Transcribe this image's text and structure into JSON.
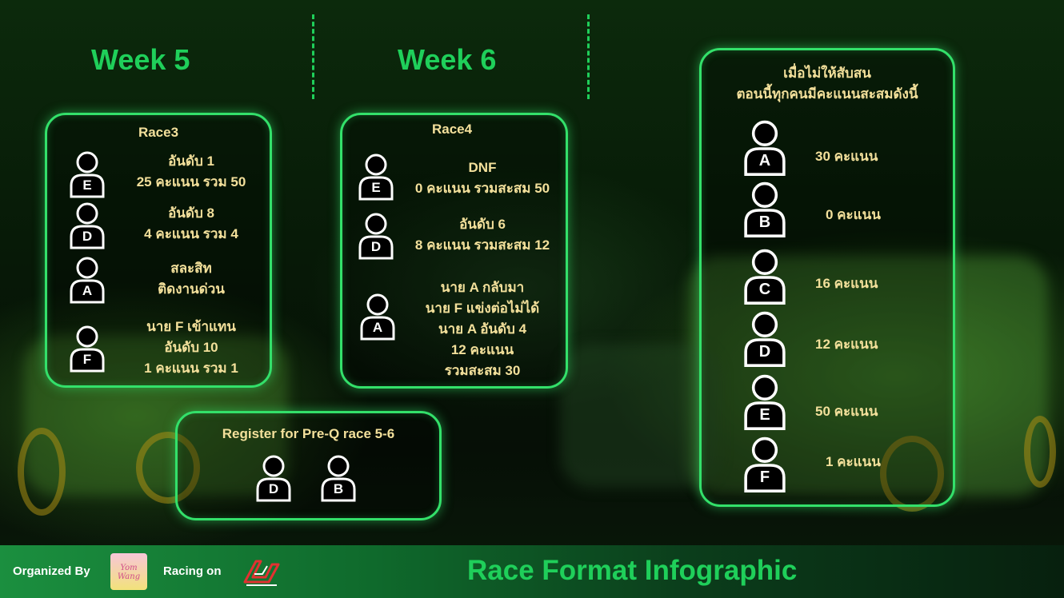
{
  "weeks": {
    "week5": "Week 5",
    "week6": "Week 6"
  },
  "race3": {
    "title": "Race3",
    "entries": [
      {
        "driver": "E",
        "lines": [
          "อันดับ 1",
          "25 คะแนน รวม 50"
        ]
      },
      {
        "driver": "D",
        "lines": [
          "อันดับ 8",
          "4 คะแนน รวม 4"
        ]
      },
      {
        "driver": "A",
        "lines": [
          "สละสิท",
          "ติดงานด่วน"
        ]
      },
      {
        "driver": "F",
        "lines": [
          "นาย F เข้าแทน",
          "อันดับ 10",
          "1 คะแนน รวม 1"
        ]
      }
    ]
  },
  "race4": {
    "title": "Race4",
    "entries": [
      {
        "driver": "E",
        "lines": [
          "DNF",
          "0 คะแนน รวมสะสม 50"
        ]
      },
      {
        "driver": "D",
        "lines": [
          "อันดับ 6",
          "8 คะแนน รวมสะสม 12"
        ]
      },
      {
        "driver": "A",
        "lines": [
          "นาย A กลับมา",
          "นาย F แข่งต่อไม่ได้",
          "นาย A อันดับ 4",
          "12 คะแนน",
          "รวมสะสม 30"
        ]
      }
    ]
  },
  "register": {
    "title": "Register for Pre-Q race 5-6",
    "drivers": [
      "D",
      "B"
    ]
  },
  "standings": {
    "title_lines": [
      "เมื่อไม่ให้สับสน",
      "ตอนนี้ทุกคนมีคะแนนสะสมดังนี้"
    ],
    "rows": [
      {
        "driver": "A",
        "points": "30 คะแนน"
      },
      {
        "driver": "B",
        "points": "0 คะแนน"
      },
      {
        "driver": "C",
        "points": "16 คะแนน"
      },
      {
        "driver": "D",
        "points": "12 คะแนน"
      },
      {
        "driver": "E",
        "points": "50 คะแนน"
      },
      {
        "driver": "F",
        "points": "1 คะแนน"
      }
    ]
  },
  "footer": {
    "organized_by": "Organized By",
    "organizer_logo_text": "Yom Wang",
    "racing_on": "Racing on",
    "platform_logo": "assetto-corsa-logo",
    "title": "Race Format Infographic"
  },
  "colors": {
    "accent_green": "#1fcf5a",
    "text_gold": "#f3e09b"
  }
}
